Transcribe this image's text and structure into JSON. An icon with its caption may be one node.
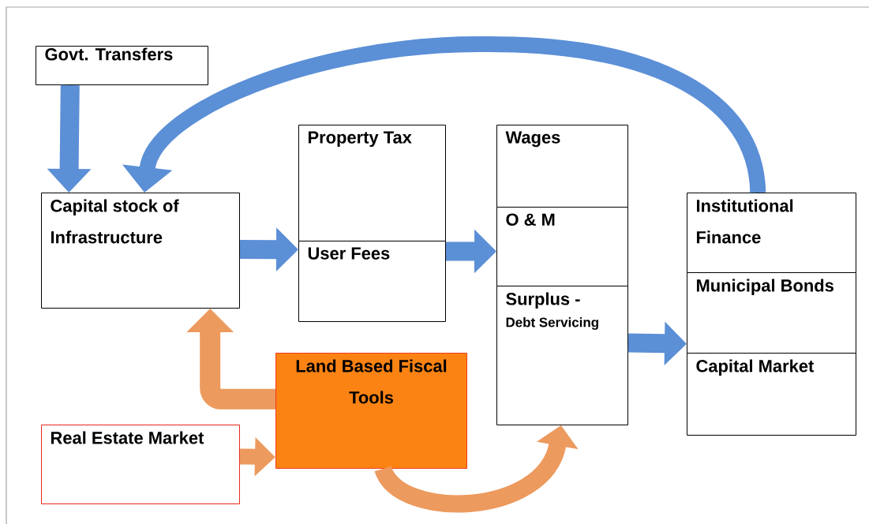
{
  "diagram": {
    "nodes": [
      {
        "text": [
          "Govt. Transfers"
        ]
      },
      {
        "text": [
          "Capital stock of Infrastructure"
        ]
      },
      {
        "text": [
          "Property Tax"
        ]
      },
      {
        "text": [
          "User Fees"
        ]
      },
      {
        "text": [
          "Wages"
        ]
      },
      {
        "text": [
          "O & M"
        ]
      },
      {
        "text": [
          "Surplus -",
          "Debt Servicing"
        ]
      },
      {
        "text": [
          "Institutional Finance"
        ]
      },
      {
        "text": [
          "Municipal Bonds"
        ]
      },
      {
        "text": [
          "Capital Market"
        ]
      },
      {
        "text": [
          "Land Based Fiscal Tools"
        ]
      },
      {
        "text": [
          "Real Estate Market"
        ]
      }
    ],
    "edges": [
      {
        "from": 0,
        "to": 1,
        "arrow": "to"
      },
      {
        "from": 7,
        "to": 1,
        "arrow": "to"
      },
      {
        "from": 1,
        "to": 3,
        "arrow": "to"
      },
      {
        "from": 3,
        "to": 5,
        "arrow": "to"
      },
      {
        "from": 6,
        "to": 8,
        "arrow": "to"
      },
      {
        "from": 10,
        "to": 1,
        "arrow": "to",
        "color": "#ec9a5e"
      },
      {
        "from": 11,
        "to": 10,
        "arrow": "to",
        "color": "#ec9a5e"
      },
      {
        "from": 10,
        "to": 6,
        "arrow": "to",
        "color": "#ec9a5e"
      }
    ]
  }
}
